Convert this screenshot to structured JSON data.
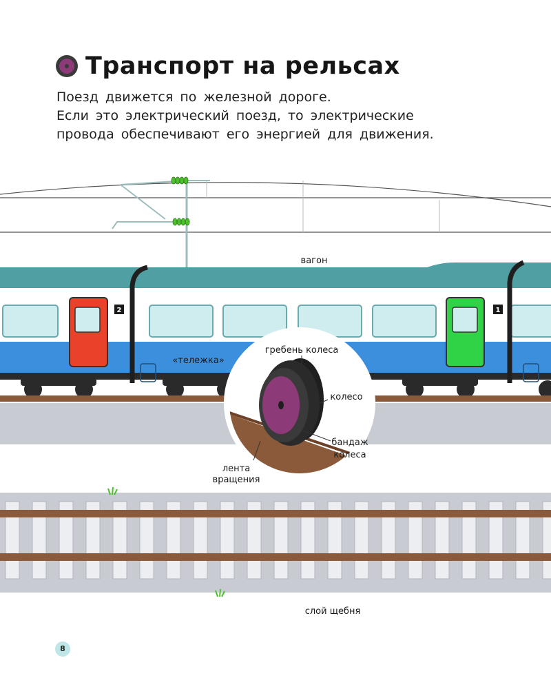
{
  "page": {
    "title": "Транспорт на рельсах",
    "intro": [
      "Поезд движется по железной дороге.",
      "Если это электрический поезд, то электрические",
      "провода обеспечивают его энергией для движения."
    ],
    "page_number": "8"
  },
  "labels": {
    "wagon": "вагон",
    "bogie": "«тележка»",
    "flange": "гребень колеса",
    "wheel": "колесо",
    "tire_line1": "бандаж",
    "tire_line2": "колеса",
    "tread_line1": "лента",
    "tread_line2": "вращения",
    "ballast": "слой щебня",
    "car_number_1": "1",
    "car_number_2": "2"
  },
  "colors": {
    "train_teal": "#4f9fa3",
    "train_blue": "#3b8fdc",
    "door_red": "#e8432a",
    "door_green": "#2fd345",
    "wheel_magenta": "#8d3a78",
    "rail_brown": "#8b5a3a",
    "insulator_green": "#4cc02d",
    "page_badge": "#bfe6e6"
  }
}
